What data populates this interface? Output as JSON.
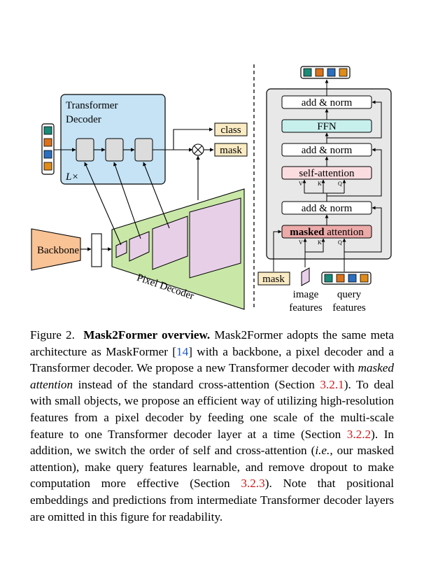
{
  "figure": {
    "transformer_decoder": {
      "line1": "Transformer",
      "line2": "Decoder",
      "repeat": "L×"
    },
    "outputs": {
      "class": "class",
      "mask": "mask"
    },
    "backbone": "Backbone",
    "pixel_decoder": "Pixel Decoder",
    "layer_detail": {
      "top_norm": "add & norm",
      "ffn": "FFN",
      "mid_norm": "add & norm",
      "self_attention": "self-attention",
      "low_norm": "add & norm",
      "masked_bold": "masked",
      "masked_rest": " attention",
      "v": "V",
      "k": "K",
      "q": "Q"
    },
    "inputs": {
      "mask": "mask",
      "image_l1": "image",
      "image_l2": "features",
      "query_l1": "query",
      "query_l2": "features"
    },
    "query_colors": [
      "#1b8a78",
      "#d9721b",
      "#2c6fbf",
      "#e08c1a"
    ]
  },
  "caption": {
    "label": "Figure 2.",
    "title": "Mask2Former overview.",
    "p1": " Mask2Former adopts the same meta architecture as MaskFormer [",
    "ref14": "14",
    "p2": "] with a backbone, a pixel decoder and a Transformer decoder.  We propose a new Transformer decoder with ",
    "em1": "masked attention",
    "p3": " instead of the standard cross-attention (Section ",
    "ref321": "3.2.1",
    "p4": "). To deal with small objects, we propose an efficient way of utilizing high-resolution features from a pixel decoder by feeding one scale of the multi-scale feature to one Transformer decoder layer at a time (Section ",
    "ref322": "3.2.2",
    "p5": ").  In addition, we switch the order of self and cross-attention (",
    "em2": "i.e.",
    "p6": ", our masked attention), make query features learnable, and remove dropout to make computation more effective (Section ",
    "ref323": "3.2.3",
    "p7": "). Note that positional embeddings and predictions from intermediate Transformer decoder layers are omitted in this figure for readability."
  }
}
